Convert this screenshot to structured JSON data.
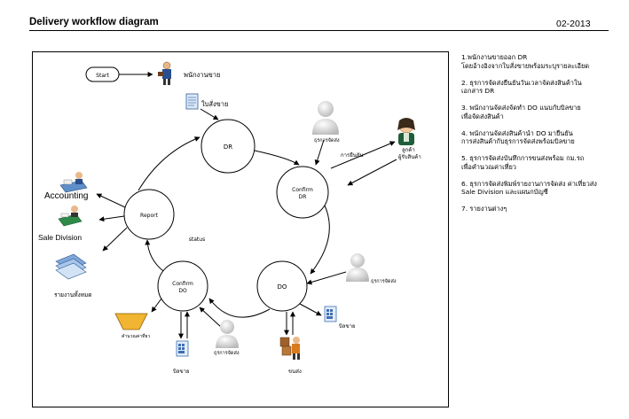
{
  "header": {
    "title": "Delivery workflow diagram",
    "date": "02-2013"
  },
  "nodes": {
    "start": "Start",
    "dr": "DR",
    "confirm_dr_1": "Confirm",
    "confirm_dr_2": "DR",
    "do": "DO",
    "confirm_do_1": "Confirm",
    "confirm_do_2": "DO",
    "report": "Report",
    "status": "status"
  },
  "labels": {
    "sales_person": "พนักงานขาย",
    "sales_order": "ใบสั่งขาย",
    "clerk_top": "ธุรการจัดส่ง",
    "confirm_text": "การยืนยัน",
    "customer_1": "ลูกค้า",
    "customer_2": "ผู้รับสินค้า",
    "clerk_right": "ธุรการจัดส่ง",
    "invoice_right": "บิลขาย",
    "delivery": "ขนส่ง",
    "clerk_bottom": "ธุรการจัดส่ง",
    "invoice_bottom": "บิลขาย",
    "calc": "คำนวณค่าที่ยว",
    "accounting": "Accounting",
    "sale_division": "Sale Division",
    "all_reports": "รายงานทั้งหมด"
  },
  "notes": [
    {
      "l1": "1.พนักงานขายออก DR",
      "l2": "โดยอ้างอิงจากใบสั่งขายพร้อมระบุรายละเอียด"
    },
    {
      "l1": "2. ธุรการจัดส่งยืนยันวันเวลาจัดส่งสินค้าใน",
      "l2": "เอกสาร DR"
    },
    {
      "l1": "3. พนักงานจัดส่งจัดทำ DO แนบกับบิลขาย",
      "l2": "เพื่อจัดส่งสินค้า"
    },
    {
      "l1": "4. พนักงานจัดส่งสินค้านำ DO มายืนยัน",
      "l2": "การส่งสินค้ากับธุรการจัดส่งพร้อมบิลขาย"
    },
    {
      "l1": "5. ธุรการจัดส่งบันทึกการขนส่งพร้อม กม.รถ",
      "l2": "เพื่อคำนวณค่าเที่ยว"
    },
    {
      "l1": "6. ธุรการจัดส่งพิมพ์รายงานการจัดส่ง ค่าเที่ยวส่ง",
      "l2": "Sale Division และแผนกบัญชี"
    },
    {
      "l1": "7. รายงานต่างๆ",
      "l2": ""
    }
  ]
}
